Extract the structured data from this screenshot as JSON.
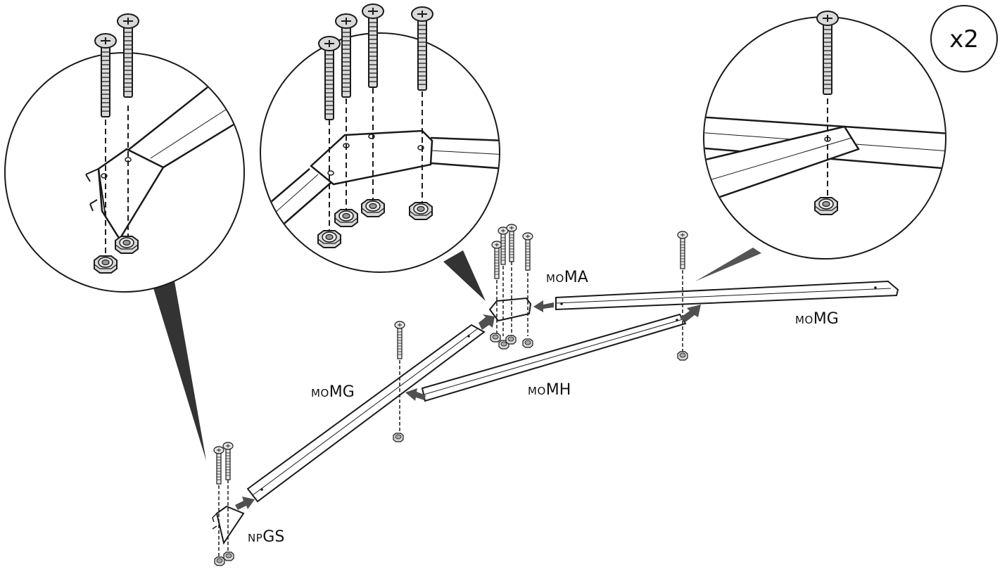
{
  "quantity": {
    "label": "x2"
  },
  "parts": {
    "ma": {
      "prefix": "MO",
      "code": "MA"
    },
    "mg_right": {
      "prefix": "MO",
      "code": "MG"
    },
    "mg_left": {
      "prefix": "MO",
      "code": "MG"
    },
    "mh": {
      "prefix": "MO",
      "code": "MH"
    },
    "gs": {
      "prefix": "NP",
      "code": "GS"
    }
  },
  "colors": {
    "line": "#1a1a1a",
    "arrow": "#505050",
    "hardware": "#d9d9d9",
    "background": "#ffffff"
  },
  "icons": [
    "bolt-icon",
    "nut-icon",
    "direction-arrow-icon",
    "zoom-callout"
  ]
}
